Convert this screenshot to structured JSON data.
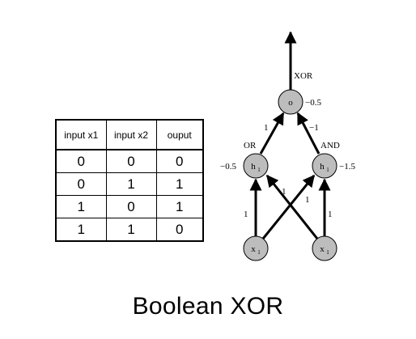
{
  "truth_table": {
    "headers": [
      "input x1",
      "input x2",
      "ouput"
    ],
    "rows": [
      [
        "0",
        "0",
        "0"
      ],
      [
        "0",
        "1",
        "1"
      ],
      [
        "1",
        "0",
        "1"
      ],
      [
        "1",
        "1",
        "0"
      ]
    ]
  },
  "network": {
    "output_node": {
      "label": "o",
      "bias": "−0.5",
      "name": "XOR"
    },
    "hidden_left": {
      "label": "h",
      "sub": "1",
      "bias": "−0.5",
      "name": "OR"
    },
    "hidden_right": {
      "label": "h",
      "sub": "1",
      "bias": "−1.5",
      "name": "AND"
    },
    "input_left": {
      "label": "x",
      "sub": "1"
    },
    "input_right": {
      "label": "x",
      "sub": "1"
    },
    "weights": {
      "hl_to_o": "1",
      "hr_to_o": "−1",
      "xl_to_hl": "1",
      "xl_to_hr": "1",
      "xr_to_hl": "1",
      "xr_to_hr": "1"
    },
    "colors": {
      "node_fill": "#bdbdbd",
      "stroke": "#000000"
    }
  },
  "caption": "Boolean XOR"
}
